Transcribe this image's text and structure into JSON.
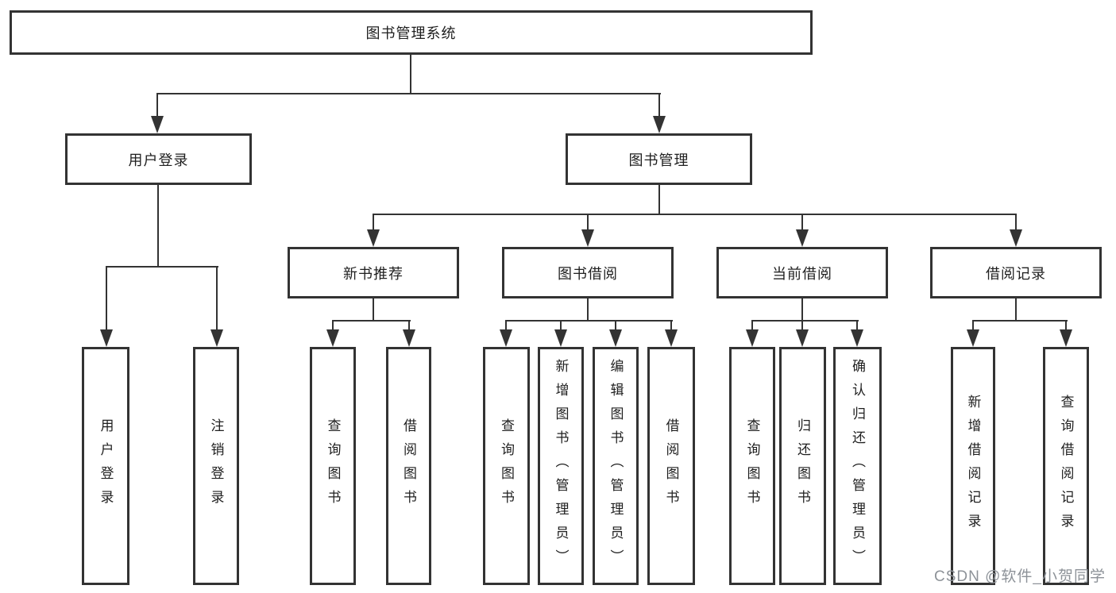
{
  "nodes": {
    "root": "图书管理系统",
    "user_login": "用户登录",
    "book_mgmt": "图书管理",
    "new_book_rec": "新书推荐",
    "book_borrow": "图书借阅",
    "current_borrow": "当前借阅",
    "borrow_record": "借阅记录",
    "leaves": [
      "用户登录",
      "注销登录",
      "查询图书",
      "借阅图书",
      "查询图书",
      "新增图书（管理员）",
      "编辑图书（管理员）",
      "借阅图书",
      "查询图书",
      "归还图书",
      "确认归还（管理员）",
      "新增借阅记录",
      "查询借阅记录"
    ]
  },
  "watermark": "CSDN @软件_小贺同学",
  "colors": {
    "line": "#333333",
    "text": "#1f1f1f",
    "watermark": "#8d9298",
    "background": "#ffffff"
  }
}
